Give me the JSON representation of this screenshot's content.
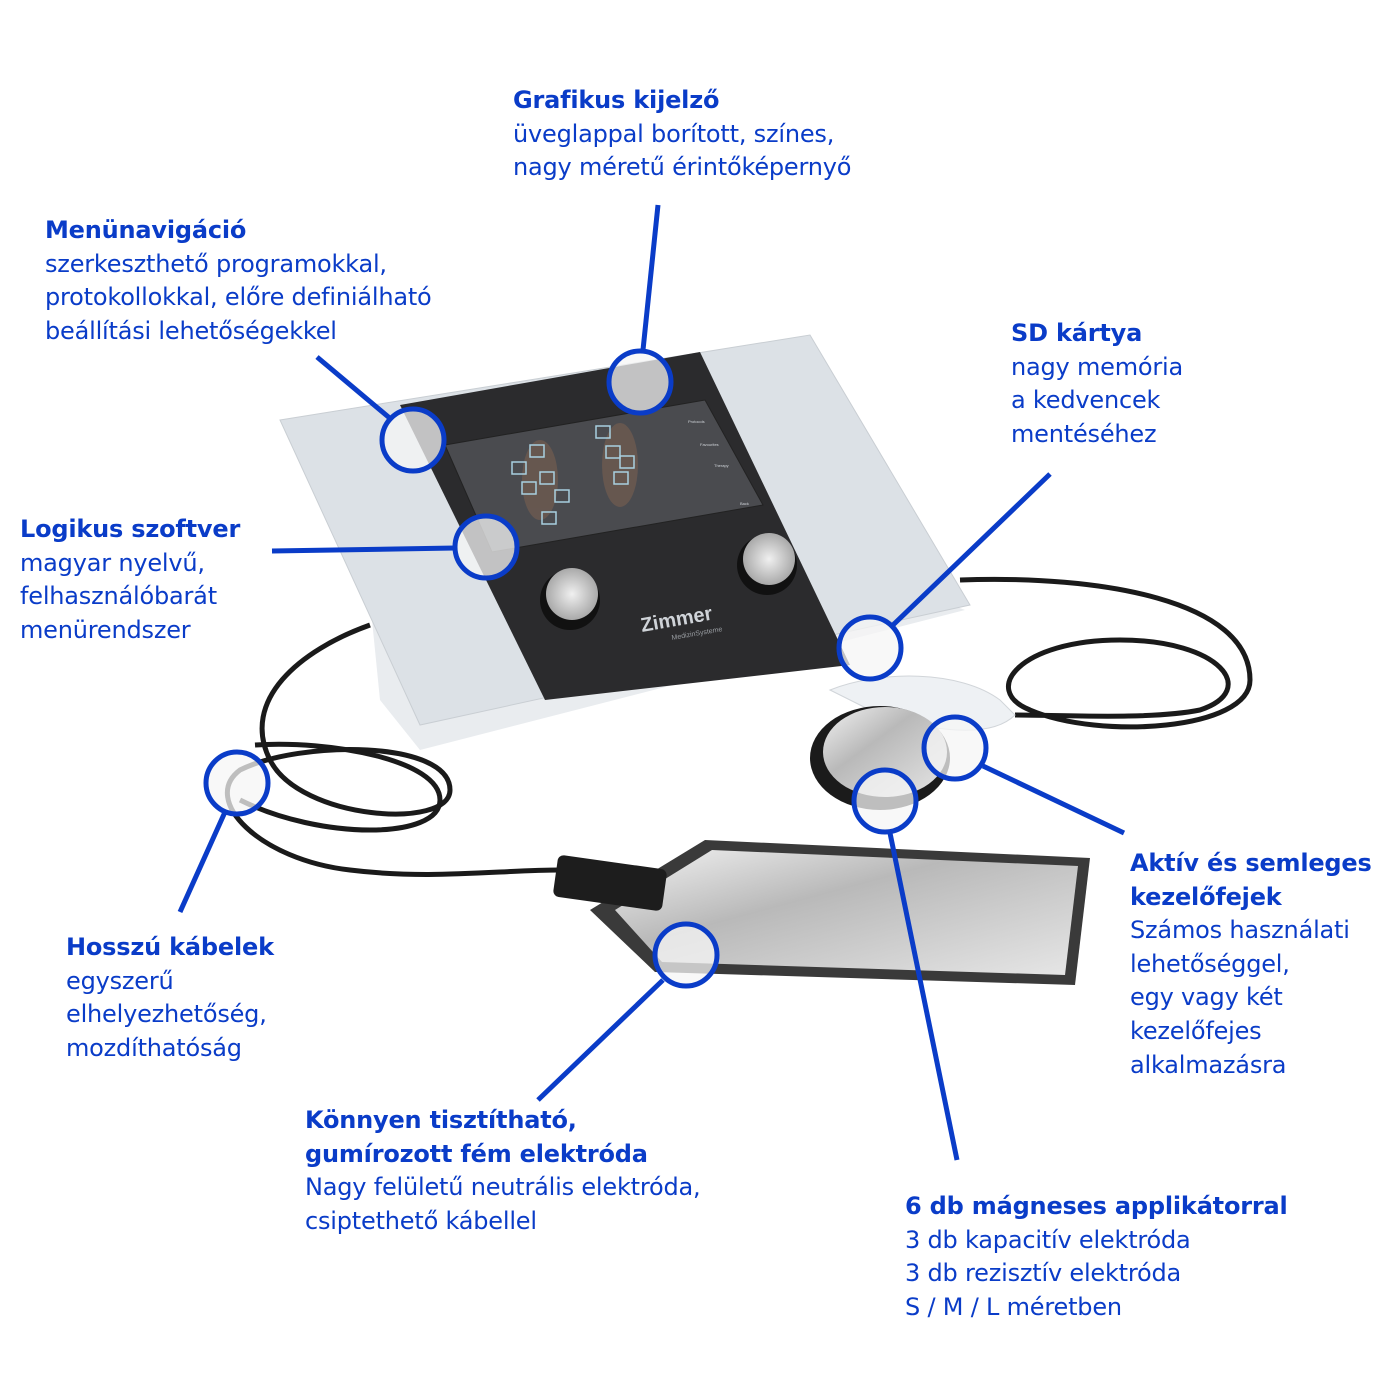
{
  "colors": {
    "accent": "#0a3cc8",
    "device_light": "#dde2e7",
    "device_dark": "#2b2b2d"
  },
  "device": {
    "brand": "Zimmer",
    "brand_sub": "MedizinSysteme",
    "screen_menu": [
      "Protocols",
      "Favourites",
      "Therapy",
      "Back"
    ]
  },
  "callouts": [
    {
      "title": [
        "Grafikus kijelző"
      ],
      "lines": [
        "üveglappal borított, színes,",
        "nagy méretű érintőképernyő"
      ]
    },
    {
      "title": [
        "Menünavigáció"
      ],
      "lines": [
        "szerkeszthető programokkal,",
        "protokollokkal, előre definiálható",
        "beállítási lehetőségekkel"
      ]
    },
    {
      "title": [
        "SD kártya"
      ],
      "lines": [
        "nagy memória",
        "a kedvencek",
        "mentéséhez"
      ]
    },
    {
      "title": [
        "Logikus szoftver"
      ],
      "lines": [
        "magyar nyelvű,",
        "felhasználóbarát",
        "menürendszer"
      ]
    },
    {
      "title": [
        "Hosszú kábelek"
      ],
      "lines": [
        "egyszerű",
        "elhelyezhetőség,",
        "mozdíthatóság"
      ]
    },
    {
      "title": [
        "Könnyen tisztítható,",
        "gumírozott fém elektróda"
      ],
      "lines": [
        "Nagy felületű neutrális elektróda,",
        "csiptethető kábellel"
      ]
    },
    {
      "title": [
        "Aktív és semleges",
        "kezelőfejek"
      ],
      "lines": [
        "Számos használati",
        "lehetőséggel,",
        "egy vagy két",
        "kezelőfejes",
        "alkalmazásra"
      ]
    },
    {
      "title": [
        "6 db mágneses applikátorral"
      ],
      "lines": [
        "3 db kapacitív elektróda",
        "3 db rezisztív elektróda",
        "S / M / L méretben"
      ]
    }
  ]
}
